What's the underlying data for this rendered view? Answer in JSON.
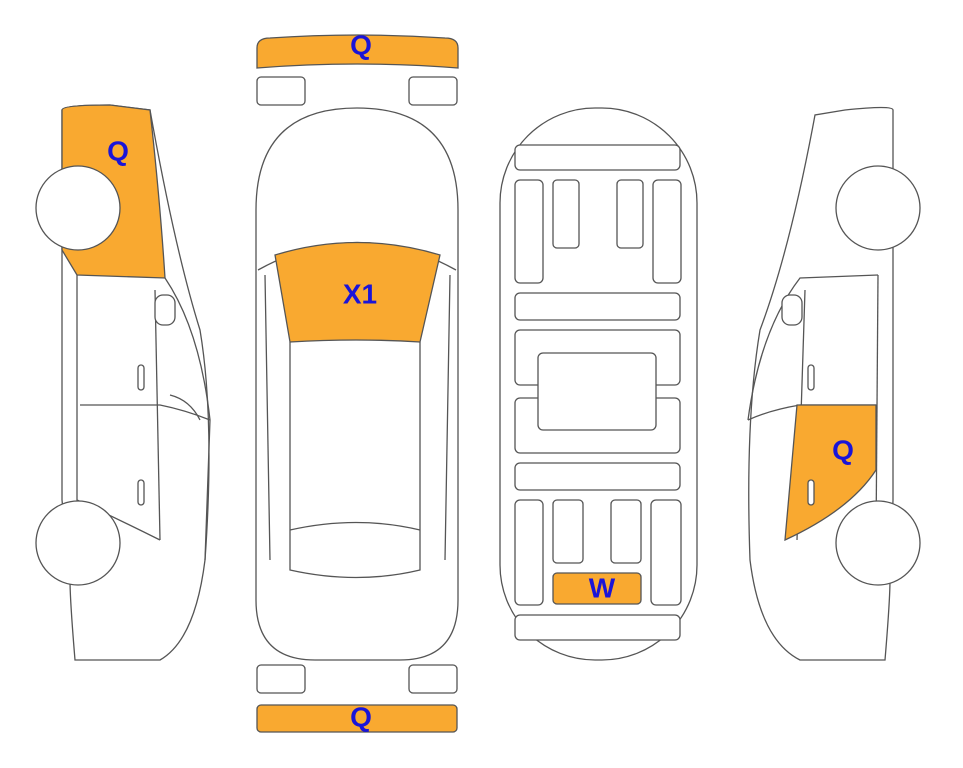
{
  "colors": {
    "damage_fill": "#F9A930",
    "label_color": "#1A14D8",
    "outline": "#555555"
  },
  "damage_markers": {
    "front_bumper": "Q",
    "left_side_rear": "Q",
    "windshield": "X1",
    "underbody": "W",
    "right_side_rear_door": "Q",
    "rear_bumper": "Q"
  }
}
